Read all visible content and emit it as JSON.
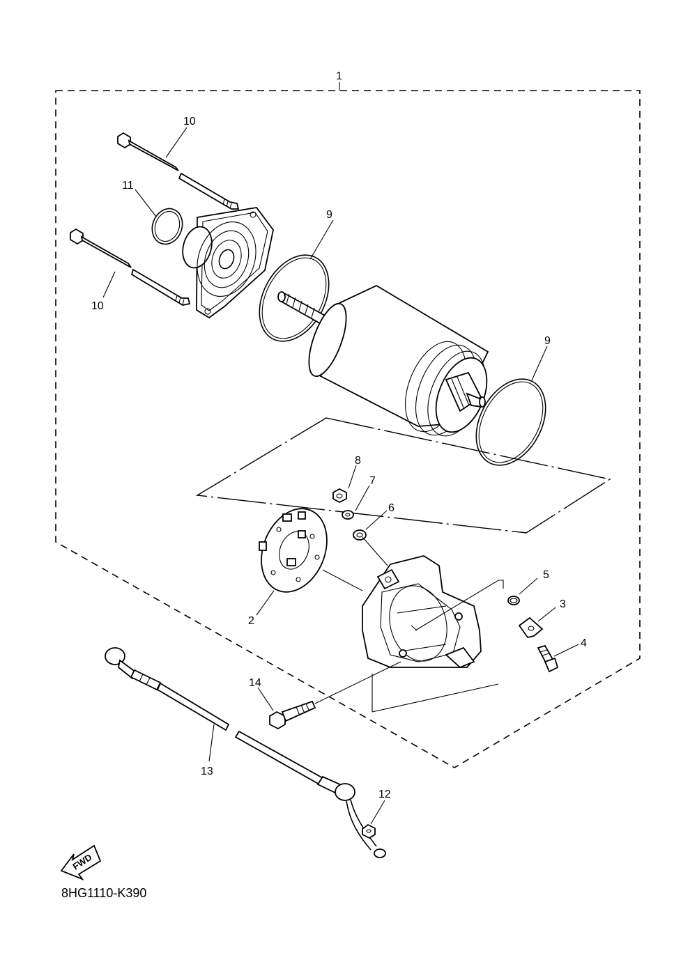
{
  "callouts": {
    "c1": "1",
    "c2": "2",
    "c3": "3",
    "c4": "4",
    "c5": "5",
    "c6": "6",
    "c7": "7",
    "c8": "8",
    "c9a": "9",
    "c9b": "9",
    "c10a": "10",
    "c10b": "10",
    "c11": "11",
    "c12": "12",
    "c13": "13",
    "c14": "14"
  },
  "fwd_label": "FWD",
  "diagram_code": "8HG1110-K390"
}
